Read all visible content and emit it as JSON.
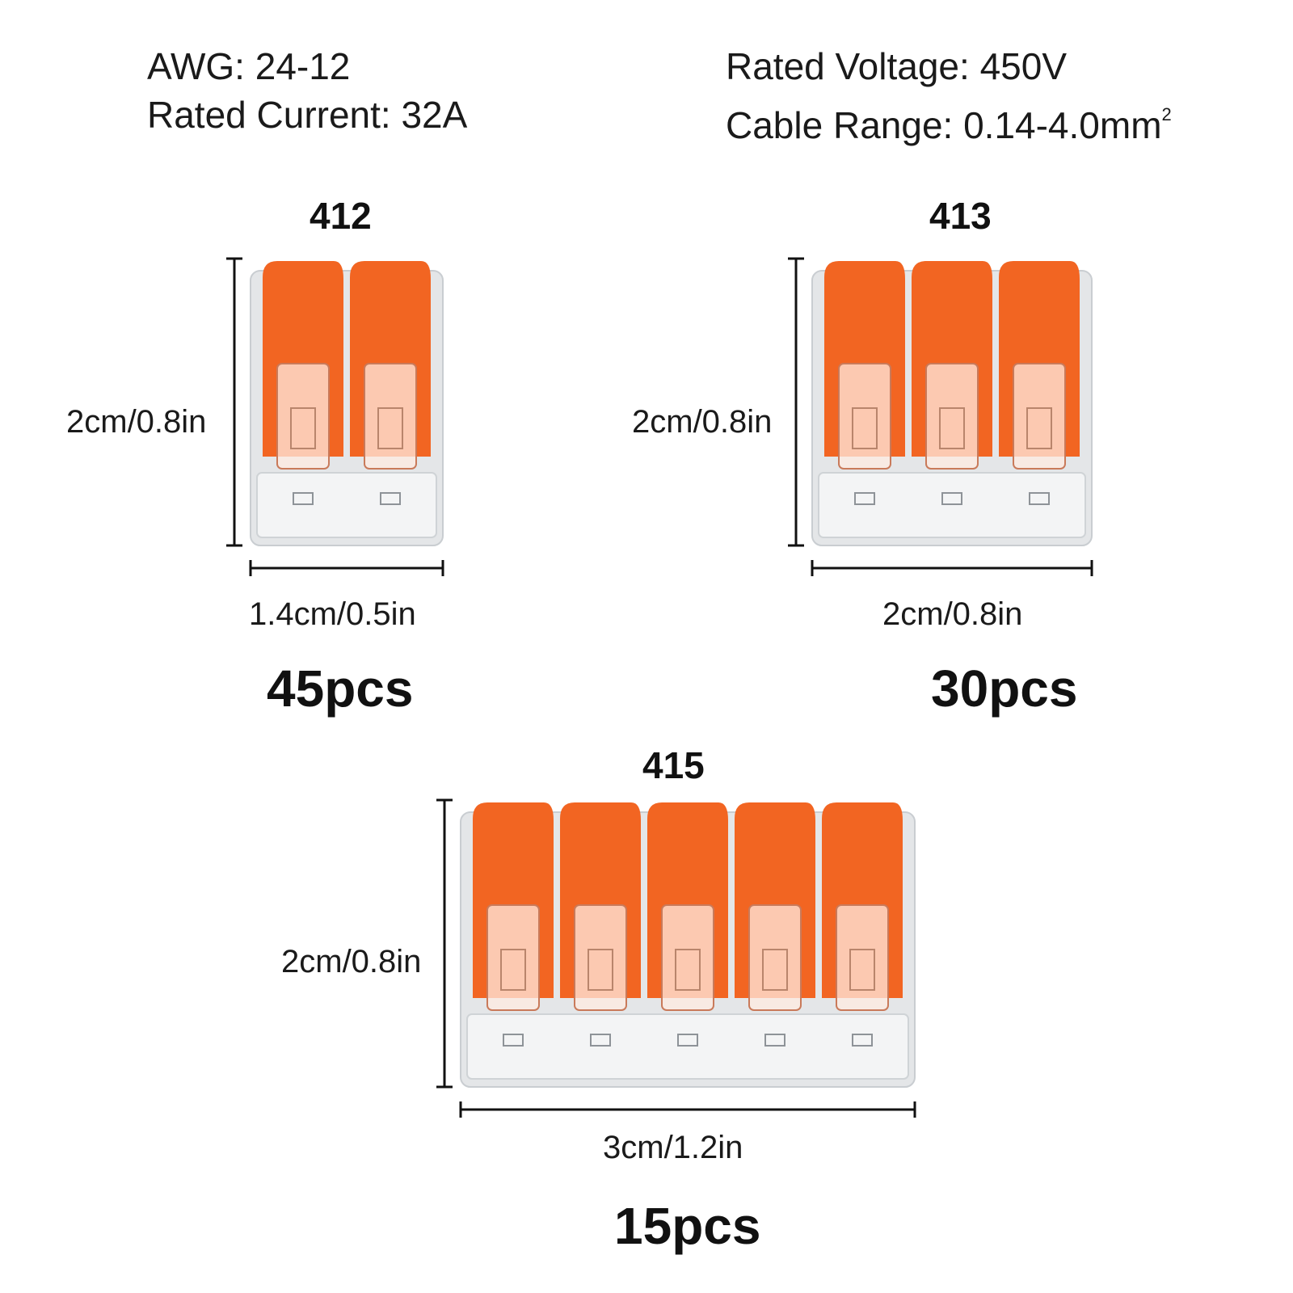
{
  "specs": {
    "awg": "AWG: 24-12",
    "rated_current": "Rated Current: 32A",
    "rated_voltage": "Rated Voltage: 450V",
    "cable_range": "Cable Range: 0.14-4.0mm",
    "cable_range_sup": "2"
  },
  "colors": {
    "lever": "#f26522",
    "housing": "#e4e6e8",
    "outline": "#111111"
  },
  "connectors": [
    {
      "model": "412",
      "height_label": "2cm/0.8in",
      "width_label": "1.4cm/0.5in",
      "quantity": "45pcs",
      "levers": 2
    },
    {
      "model": "413",
      "height_label": "2cm/0.8in",
      "width_label": "2cm/0.8in",
      "quantity": "30pcs",
      "levers": 3
    },
    {
      "model": "415",
      "height_label": "2cm/0.8in",
      "width_label": "3cm/1.2in",
      "quantity": "15pcs",
      "levers": 5
    }
  ]
}
